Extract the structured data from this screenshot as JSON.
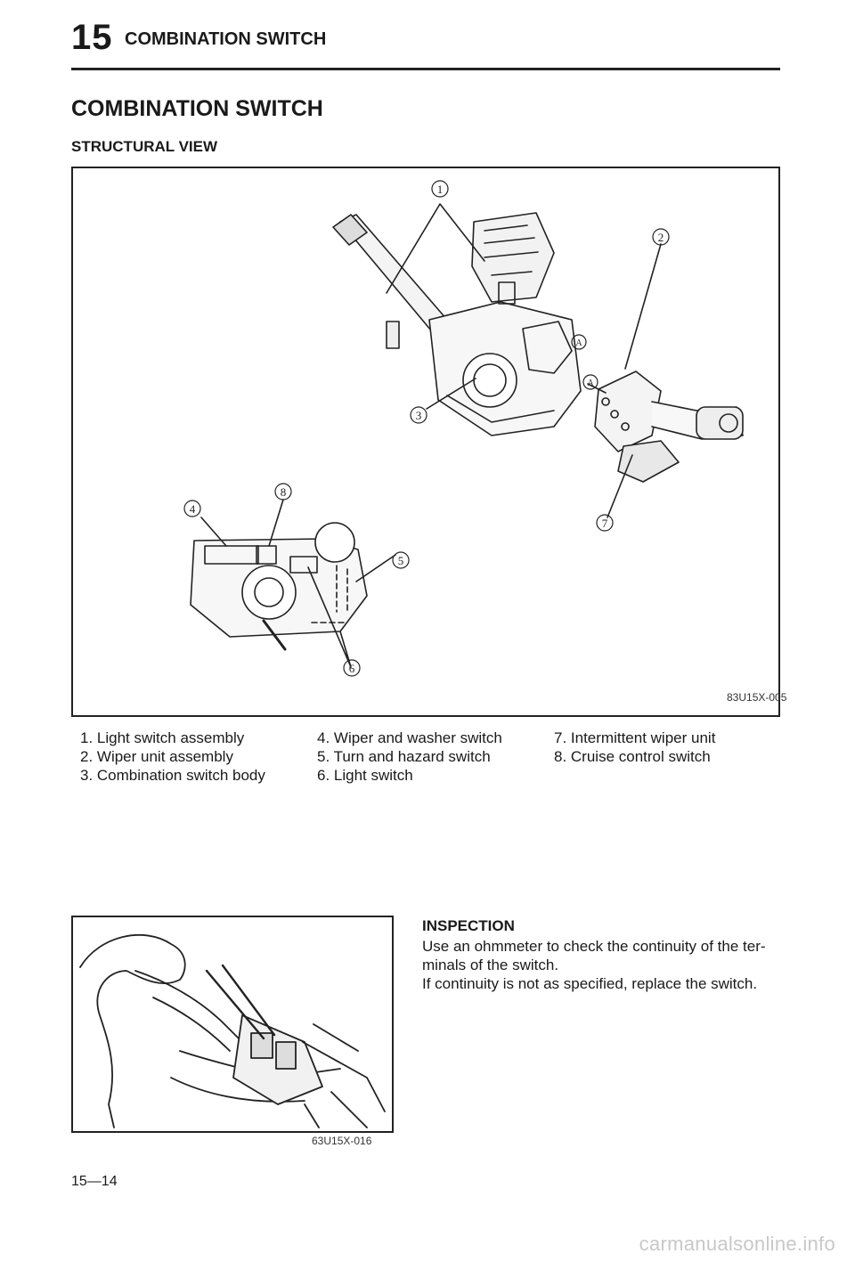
{
  "header": {
    "section_number": "15",
    "section_title": "COMBINATION SWITCH"
  },
  "title": "COMBINATION SWITCH",
  "subtitle": "STRUCTURAL VIEW",
  "figure1": {
    "code": "83U15X-005",
    "callouts": [
      "1",
      "2",
      "3",
      "4",
      "5",
      "6",
      "7",
      "8",
      "A",
      "A"
    ]
  },
  "legend": {
    "col1": [
      "1. Light switch assembly",
      "2. Wiper unit assembly",
      "3. Combination switch body"
    ],
    "col2": [
      "4. Wiper and washer switch",
      "5. Turn and hazard switch",
      "6. Light switch"
    ],
    "col3": [
      "7. Intermittent wiper unit",
      "8. Cruise control switch"
    ]
  },
  "figure2": {
    "code": "63U15X-016"
  },
  "inspection": {
    "title": "INSPECTION",
    "lines": [
      "Use an ohmmeter to check the continuity of the ter-",
      "minals of the switch.",
      "If continuity is not as specified, replace the switch."
    ]
  },
  "page_number": "15—14",
  "watermark": "carmanualsonline.info"
}
